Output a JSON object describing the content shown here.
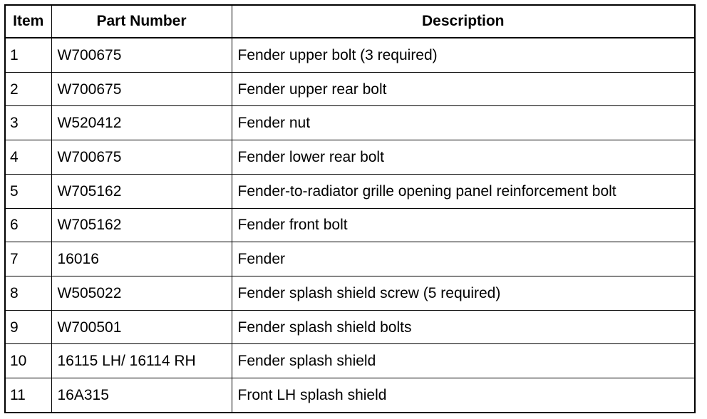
{
  "table": {
    "headers": {
      "item": "Item",
      "part_number": "Part Number",
      "description": "Description"
    },
    "rows": [
      {
        "item": "1",
        "part_number": "W700675",
        "description": "Fender upper bolt (3 required)"
      },
      {
        "item": "2",
        "part_number": "W700675",
        "description": "Fender upper rear bolt"
      },
      {
        "item": "3",
        "part_number": "W520412",
        "description": "Fender nut"
      },
      {
        "item": "4",
        "part_number": "W700675",
        "description": "Fender lower rear bolt"
      },
      {
        "item": "5",
        "part_number": "W705162",
        "description": "Fender-to-radiator grille opening panel reinforcement bolt"
      },
      {
        "item": "6",
        "part_number": "W705162",
        "description": "Fender front bolt"
      },
      {
        "item": "7",
        "part_number": "16016",
        "description": "Fender"
      },
      {
        "item": "8",
        "part_number": "W505022",
        "description": "Fender splash shield screw (5 required)"
      },
      {
        "item": "9",
        "part_number": "W700501",
        "description": "Fender splash shield bolts"
      },
      {
        "item": "10",
        "part_number": "16115 LH/ 16114 RH",
        "description": "Fender splash shield"
      },
      {
        "item": "11",
        "part_number": "16A315",
        "description": "Front LH splash shield"
      }
    ]
  }
}
